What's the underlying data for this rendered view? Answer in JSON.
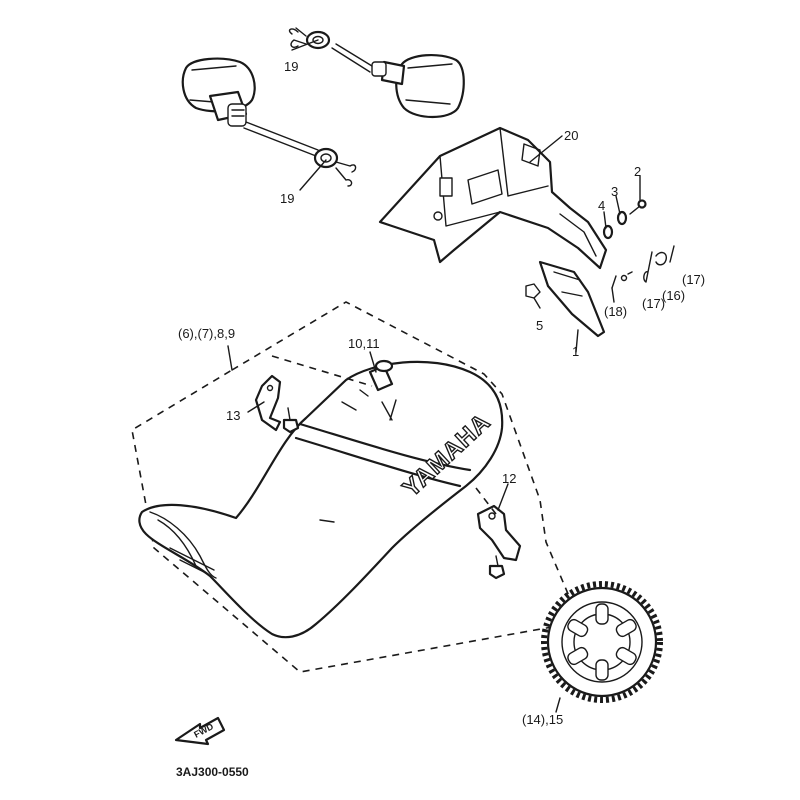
{
  "callouts": {
    "p19_top": "19",
    "p19_left": "19",
    "p20": "20",
    "p2": "2",
    "p3": "3",
    "p4": "4",
    "p5": "5",
    "p1": "1",
    "p18": "(18)",
    "p17_a": "(17)",
    "p16": "(16)",
    "p17_b": "(17)",
    "p6789": "(6),(7),8,9",
    "p1011": "10,11",
    "p13": "13",
    "p12": "12",
    "p1415": "(14),15"
  },
  "seat_brand": "YAMAHA",
  "front_arrow": "FWD",
  "drawing_code": "3AJ300-0550",
  "icons": {
    "front_arrow": "arrow-left-icon"
  }
}
